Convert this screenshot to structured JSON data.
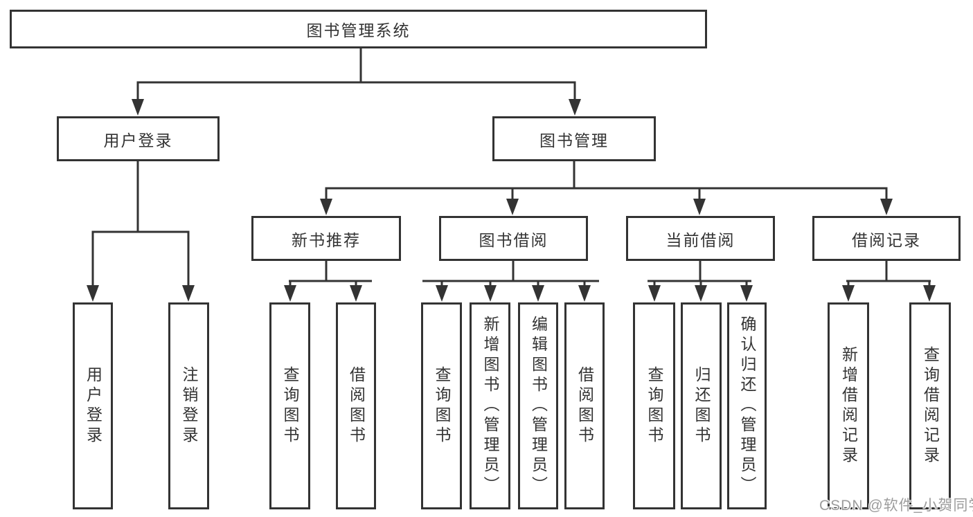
{
  "diagram": {
    "root": {
      "label": "图书管理系统"
    },
    "level2": [
      {
        "label": "用户登录"
      },
      {
        "label": "图书管理"
      }
    ],
    "level3": [
      {
        "label": "新书推荐"
      },
      {
        "label": "图书借阅"
      },
      {
        "label": "当前借阅"
      },
      {
        "label": "借阅记录"
      }
    ],
    "leaves": {
      "user_login": [
        {
          "label": "用户登录"
        },
        {
          "label": "注销登录"
        }
      ],
      "new_book": [
        {
          "label": "查询图书"
        },
        {
          "label": "借阅图书"
        }
      ],
      "book_borrow": [
        {
          "label": "查询图书"
        },
        {
          "label": "新增图书（管理员）"
        },
        {
          "label": "编辑图书（管理员）"
        },
        {
          "label": "借阅图书"
        }
      ],
      "current_borrow": [
        {
          "label": "查询图书"
        },
        {
          "label": "归还图书"
        },
        {
          "label": "确认归还（管理员）"
        }
      ],
      "borrow_record": [
        {
          "label": "新增借阅记录"
        },
        {
          "label": "查询借阅记录"
        }
      ]
    }
  },
  "watermark": {
    "text": "CSDN @软件_小贺同学"
  },
  "colors": {
    "line": "#333333",
    "text": "#333333",
    "box_background": "#ffffff",
    "watermark": "#9c9c9c",
    "background": "#ffffff"
  }
}
